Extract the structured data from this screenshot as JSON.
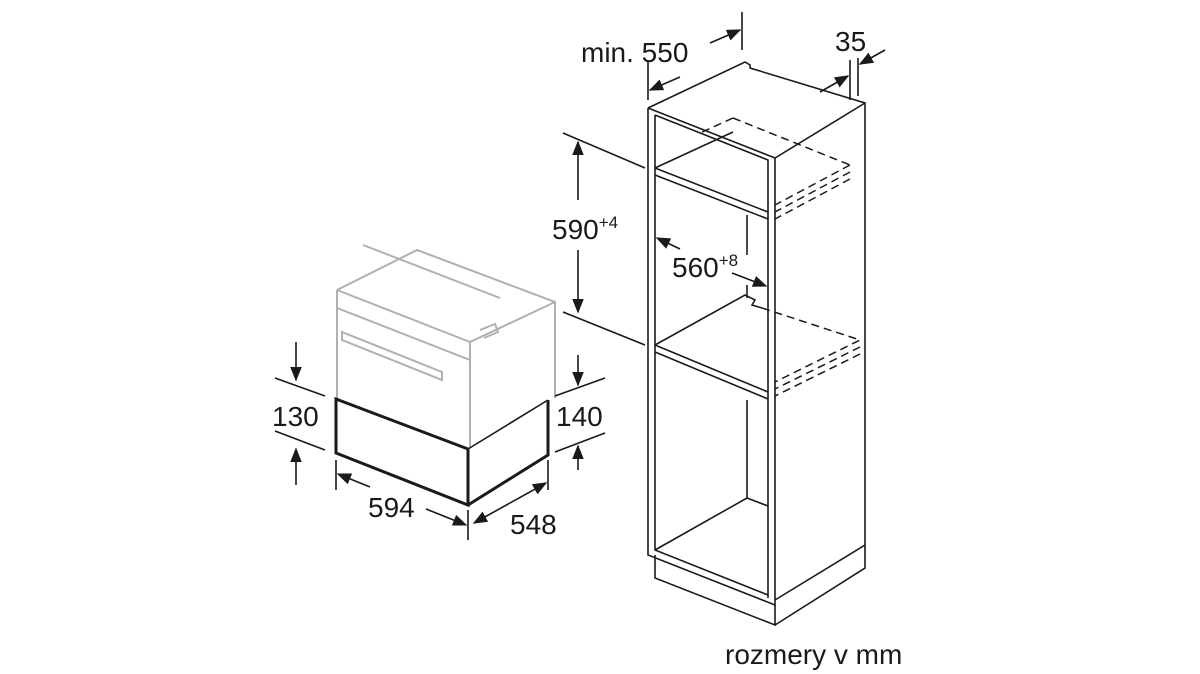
{
  "labels": {
    "min_depth": "min. 550",
    "panel": "35",
    "niche_height": "590",
    "niche_height_tol": "+4",
    "niche_width": "560",
    "niche_width_tol": "+8",
    "drawer_height_front": "130",
    "drawer_height_side": "140",
    "drawer_width": "594",
    "drawer_depth": "548",
    "units_note": "rozmery v mm"
  },
  "colors": {
    "line": "#1a1a1a",
    "appliance_ghost": "#b0b0b0"
  }
}
